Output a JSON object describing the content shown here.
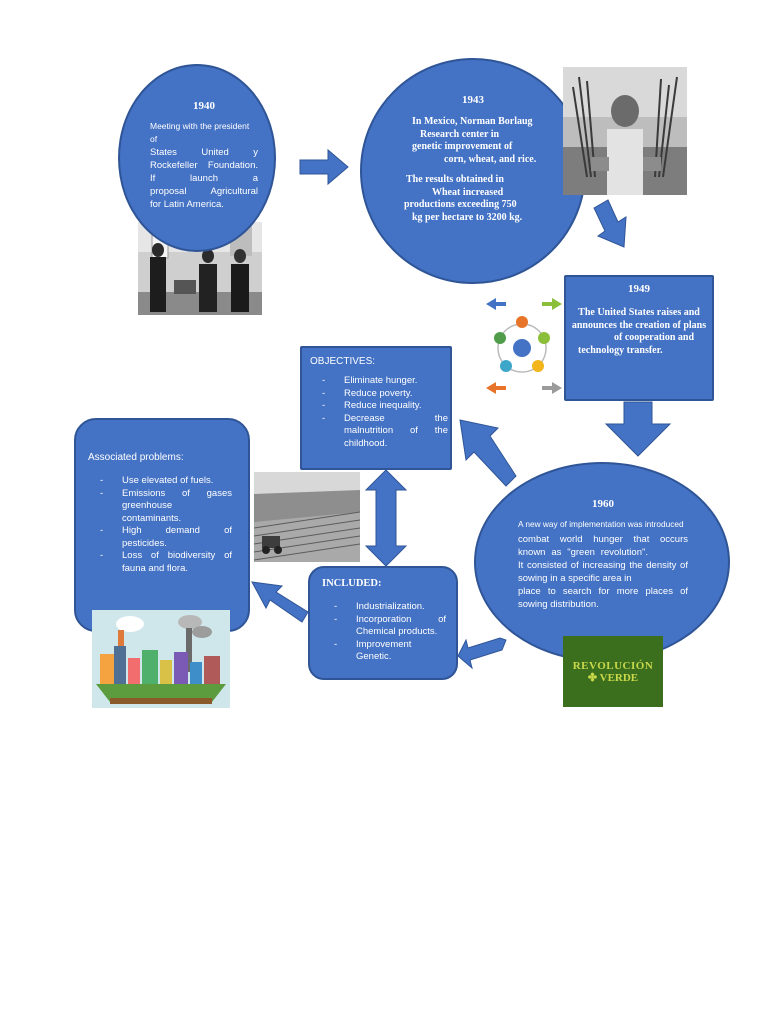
{
  "n1940": {
    "year": "1940",
    "lines": [
      "Meeting with the president of",
      "States United y",
      "Rockefeller Foundation.",
      "If launch a",
      "proposal Agricultural",
      "for Latin America."
    ]
  },
  "n1943": {
    "year": "1943",
    "lines": [
      "In Mexico, Norman Borlaug",
      "Research center in",
      "genetic improvement of",
      "corn, wheat, and rice.",
      "The results obtained in",
      "Wheat increased",
      "productions exceeding 750",
      "kg per hectare to 3200 kg."
    ]
  },
  "n1949": {
    "year": "1949",
    "lines": [
      "The United States raises and",
      "announces the creation of plans",
      "of cooperation and",
      "technology transfer."
    ]
  },
  "n1960": {
    "year": "1960",
    "lines": [
      "A new way of implementation was introduced",
      "combat world hunger that occurs",
      "known as \"green revolution\".",
      "It consisted of increasing the density of",
      "sowing in a specific area in",
      "place to search for more places of",
      "sowing distribution."
    ]
  },
  "objectives": {
    "title": "OBJECTIVES:",
    "items": [
      "Eliminate hunger.",
      "Reduce poverty.",
      "Reduce inequality.",
      "Decrease the malnutrition of the childhood."
    ]
  },
  "included": {
    "title": "INCLUDED:",
    "items": [
      "Industrialization.",
      "Incorporation of Chemical products.",
      "Improvement Genetic."
    ]
  },
  "problems": {
    "title": "Associated problems:",
    "items": [
      "Use elevated of fuels.",
      "Emissions of gases greenhouse contaminants.",
      "High demand of pesticides.",
      "Loss of biodiversity of fauna and flora."
    ]
  },
  "logo": {
    "line1": "REVOLUCIÓN",
    "line2": "VERDE"
  },
  "colors": {
    "node_fill": "#4472c4",
    "node_border": "#2f5597",
    "logo_bg": "#3b6e1d",
    "logo_text": "#c9d94a"
  }
}
